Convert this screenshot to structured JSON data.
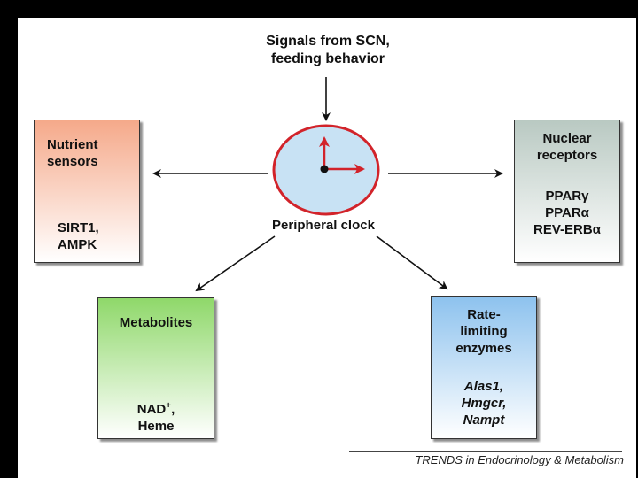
{
  "diagram": {
    "signals": {
      "line1": "Signals from SCN,",
      "line2": "feeding behavior"
    },
    "center": {
      "label": "Peripheral clock",
      "ring_color": "#d2232a",
      "fill_color": "#c8e2f4",
      "hand_color": "#d2232a"
    },
    "nutrient_sensors": {
      "title1": "Nutrient",
      "title2": "sensors",
      "item1": "SIRT1,",
      "item2": "AMPK",
      "color": "#f5a98a"
    },
    "nuclear_receptors": {
      "title1": "Nuclear",
      "title2": "receptors",
      "item1": "PPARγ",
      "item2": "PPARα",
      "item3": "REV-ERBα",
      "color": "#b9c9c2"
    },
    "metabolites": {
      "title": "Metabolites",
      "item1_base": "NAD",
      "item1_sup": "+",
      "item1_end": ",",
      "item2": "Heme",
      "color": "#8fd86a"
    },
    "rate_limiting": {
      "title1": "Rate-",
      "title2": "limiting",
      "title3": "enzymes",
      "item1": "Alas1,",
      "item2": "Hmgcr,",
      "item3": "Nampt",
      "color": "#8dc2ee"
    },
    "credit": "TRENDS in Endocrinology & Metabolism"
  }
}
